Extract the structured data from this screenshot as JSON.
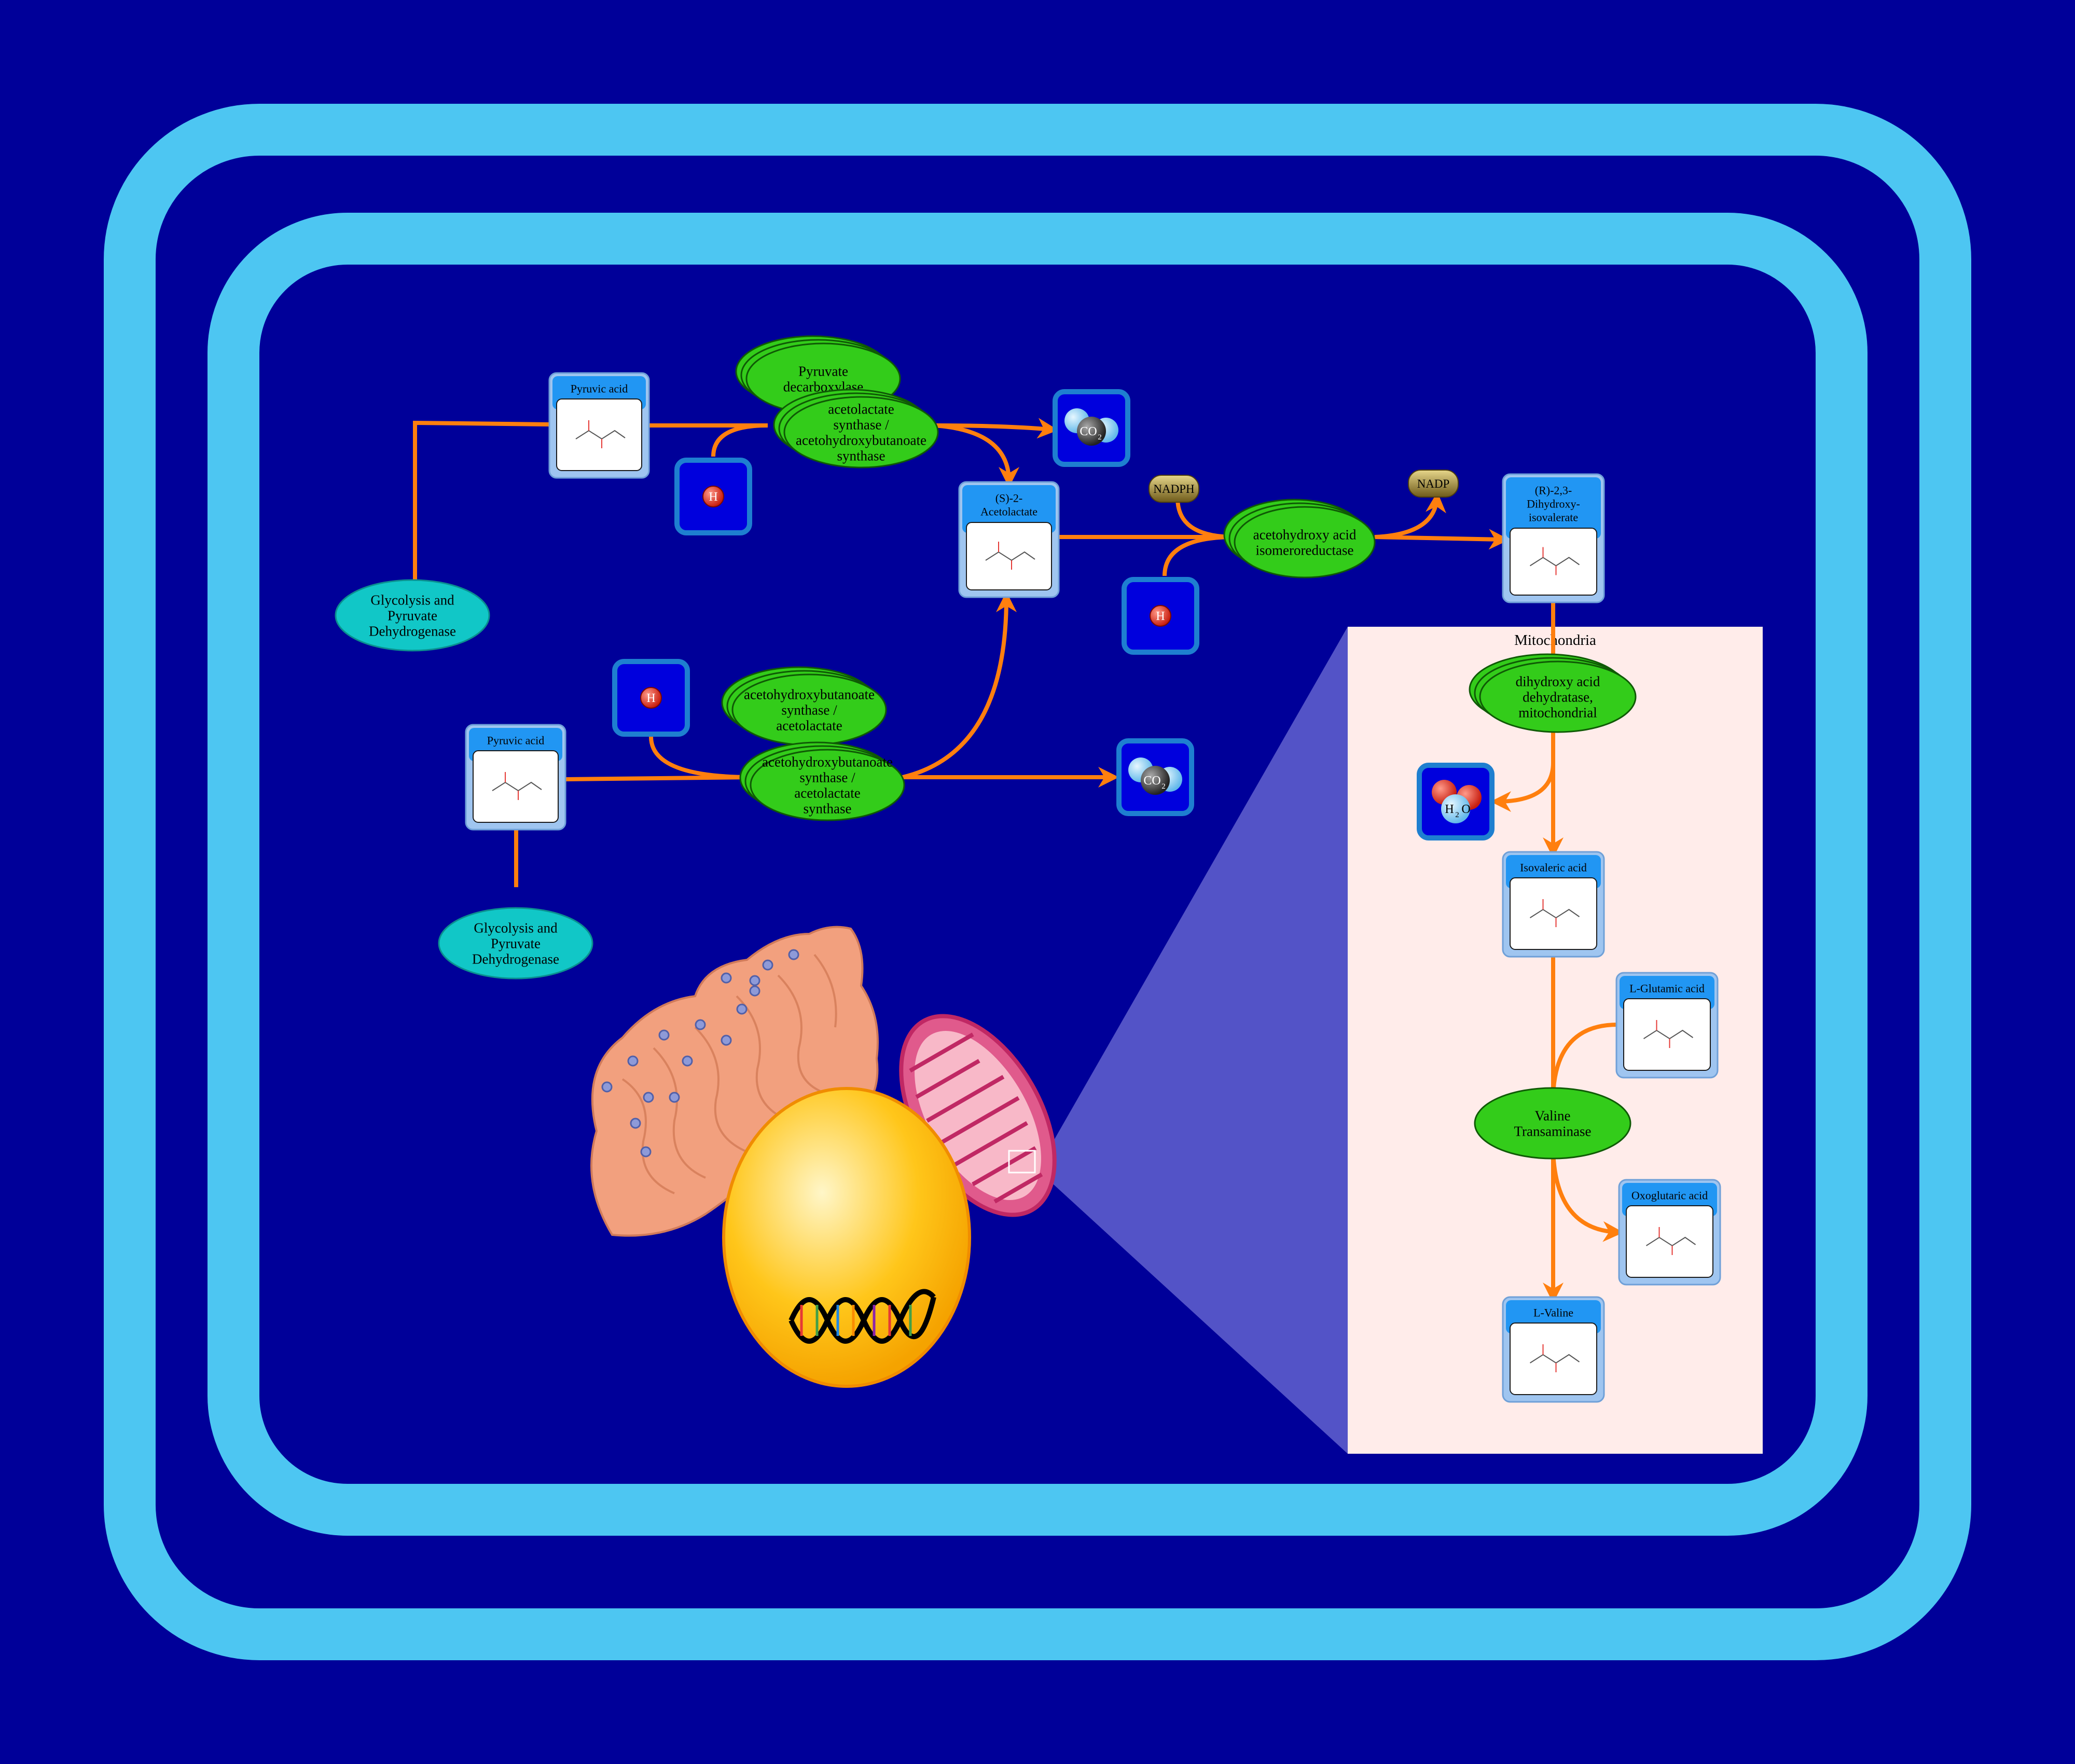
{
  "colors": {
    "background": "#000099",
    "membrane": "#4DC6F2",
    "arrow": "#FF7F0E",
    "enzyme": "#33CC1A",
    "enzyme_stroke": "#0F5A05",
    "pathway": "#11C7C7",
    "compound_header": "#2196F3",
    "compound_border": "#9FC5F0",
    "mito_panel": "#FFECEA",
    "ion_box": "#0000DD",
    "cofactor": "#A08A3A"
  },
  "compounds": {
    "pyruvic1": "Pyruvic acid",
    "pyruvic2": "Pyruvic acid",
    "acetolactate": [
      "(S)-2-",
      "Acetolactate"
    ],
    "dihydroxy": [
      "(R)-2,3-",
      "Dihydroxy-",
      "isovalerate"
    ],
    "isovaleric": "Isovaleric acid",
    "glutamic": "L-Glutamic acid",
    "oxoglutaric": "Oxoglutaric acid",
    "valine": "L-Valine"
  },
  "enzymes": {
    "pyruvate_decarboxylase": [
      "Pyruvate",
      "decarboxylase"
    ],
    "acetolactate_synthase_top": [
      "acetolactate",
      "synthase /",
      "acetohydroxybutanoate",
      "synthase"
    ],
    "ahb_synthase_back": [
      "acetohydroxybutanoate",
      "synthase /",
      "acetolactate"
    ],
    "ahb_synthase_front": [
      "acetohydroxybutanoate",
      "synthase /",
      "acetolactate",
      "synthase"
    ],
    "isomeroreductase": [
      "acetohydroxy acid",
      "isomeroreductase"
    ],
    "dehydratase": [
      "dihydroxy acid",
      "dehydratase,",
      "mitochondrial"
    ],
    "transaminase": [
      "Valine",
      "Transaminase"
    ]
  },
  "pathways": {
    "glycolysis1": [
      "Glycolysis and",
      "Pyruvate",
      "Dehydrogenase"
    ],
    "glycolysis2": [
      "Glycolysis and",
      "Pyruvate",
      "Dehydrogenase"
    ]
  },
  "cofactors": {
    "nadph": "NADPH",
    "nadp": "NADP"
  },
  "ions": {
    "proton": "H",
    "co2": "CO",
    "co2_sub": "2",
    "water": "H",
    "water_sub": "2",
    "water_o": "O"
  },
  "compartment": {
    "mitochondria": "Mitochondria"
  }
}
